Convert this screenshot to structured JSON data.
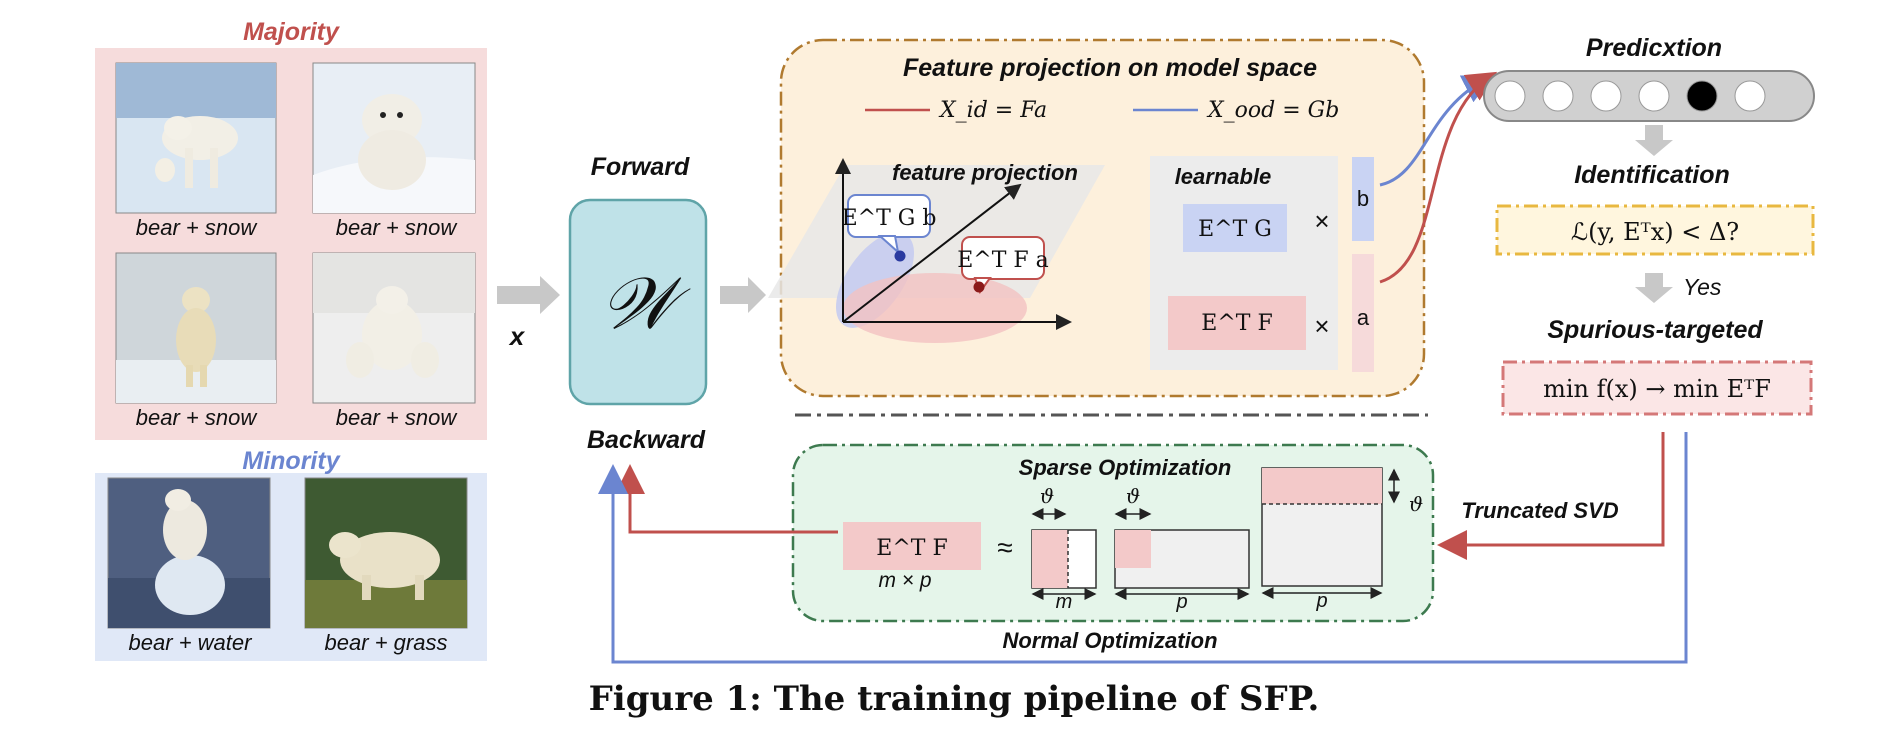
{
  "majority": {
    "title": "Majority",
    "captions": [
      "bear + snow",
      "bear + snow",
      "bear + snow",
      "bear + snow"
    ]
  },
  "minority": {
    "title": "Minority",
    "captions": [
      "bear + water",
      "bear + grass"
    ]
  },
  "flow": {
    "input_label": "x",
    "forward": "Forward",
    "backward": "Backward",
    "model_symbol": "𝒲"
  },
  "projection": {
    "title": "Feature projection on model space",
    "legend_id": "X_id = Fa",
    "legend_ood": "X_ood = Gb",
    "feature_projection": "feature projection",
    "etgb": "E^T G b",
    "etfa": "E^T F a",
    "learnable": "learnable",
    "etg_box": "E^T G",
    "etf_box": "E^T F",
    "times": "×",
    "b": "b",
    "a": "a"
  },
  "prediction": {
    "title": "Predicxtion",
    "nodes": 6,
    "active_node": 5
  },
  "identification": {
    "title": "Identification",
    "condition": "ℒ(y, Eᵀx) < Δ?",
    "yes": "Yes"
  },
  "spurious": {
    "title": "Spurious-targeted",
    "formula": "min f(x) → min EᵀF"
  },
  "sparse": {
    "title": "Sparse Optimization",
    "etf": "E^T F",
    "dims": "m × p",
    "approx": "≈",
    "theta": "ϑ",
    "m": "m",
    "p": "p"
  },
  "truncated_svd": "Truncated SVD",
  "normal_opt": "Normal Optimization",
  "caption": "Figure 1: The training pipeline of SFP.",
  "colors": {
    "red": "#c0504d",
    "blue": "#6b85d0",
    "teal_fill": "#bfe2e8",
    "teal_stroke": "#5fa4a8",
    "orange_fill": "#fdf0dc",
    "green_fill": "#e5f5ea",
    "pink": "#f3c9c9",
    "lightblue": "#c9d3f3",
    "gold": "#e8b840"
  }
}
